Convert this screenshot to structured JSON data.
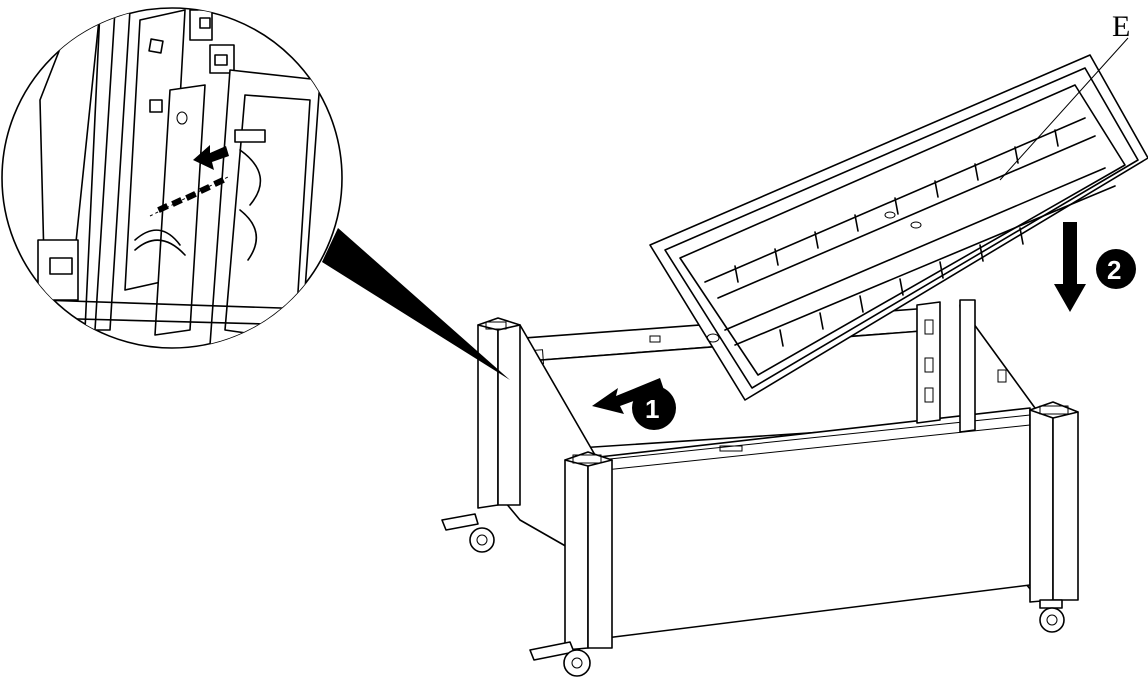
{
  "part_label": "E",
  "steps": [
    {
      "number": "1",
      "direction": "slide-left-arrow"
    },
    {
      "number": "2",
      "direction": "down-arrow"
    }
  ],
  "icons": {
    "detail": "magnifier-detail-circle",
    "caster": "caster-wheel-icon"
  }
}
